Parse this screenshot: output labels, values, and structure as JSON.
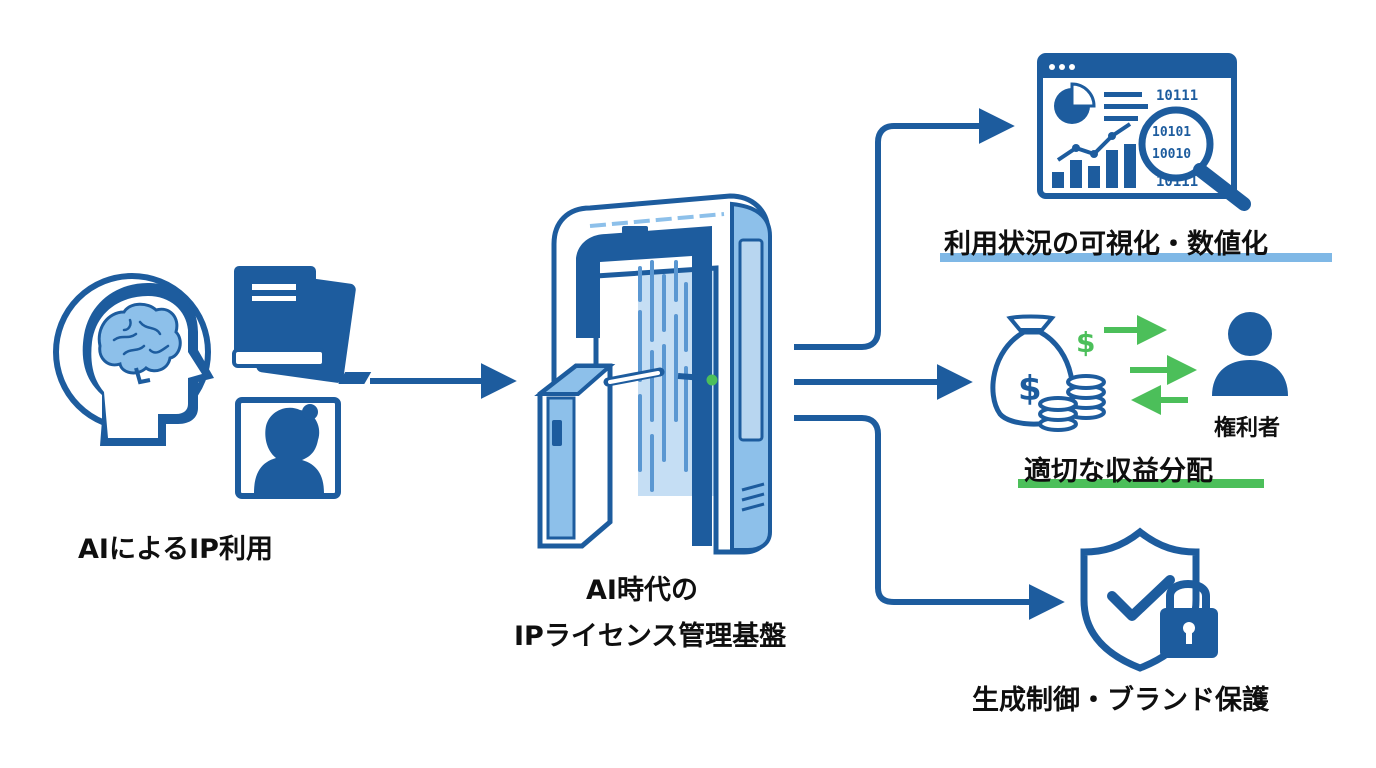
{
  "left": {
    "label": "AIによるIP利用"
  },
  "center": {
    "label_line1": "AI時代の",
    "label_line2": "IPライセンス管理基盤"
  },
  "outputs": [
    {
      "label": "利用状況の可視化・数値化",
      "highlight_color": "#7fb8e6"
    },
    {
      "label": "適切な収益分配",
      "highlight_color": "#4cbf5a"
    },
    {
      "label": "生成制御・ブランド保護"
    }
  ],
  "rights_holder": {
    "label": "権利者"
  },
  "icons": {
    "money": "$",
    "binary": [
      "10111",
      "10101",
      "10010",
      "10111"
    ]
  },
  "colors": {
    "primary": "#1d5c9e",
    "light_blue": "#8dc0ea",
    "green": "#4cbf5a"
  }
}
